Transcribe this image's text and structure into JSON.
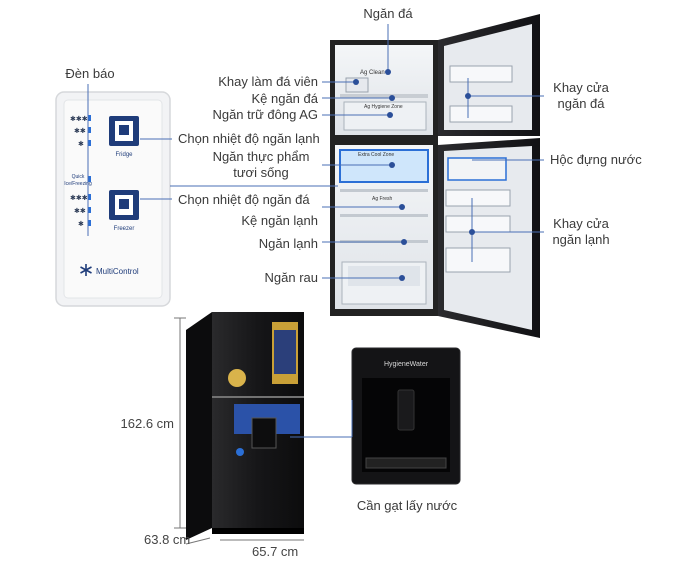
{
  "labels": {
    "ngan_da": "Ngăn đá",
    "den_bao": "Đèn báo",
    "khay_lam_da": "Khay làm đá viên",
    "ke_ngan_da": "Kệ ngăn đá",
    "ngan_tru_dong": "Ngăn trữ đông AG",
    "chon_nhiet_do_lanh": "Chọn nhiệt độ ngăn lạnh",
    "ngan_thuc_pham_1": "Ngăn thực phẩm",
    "ngan_thuc_pham_2": "tươi sống",
    "chon_nhiet_do_da": "Chọn nhiệt độ ngăn đá",
    "ke_ngan_lanh": "Kệ ngăn lạnh",
    "ngan_lanh": "Ngăn lạnh",
    "ngan_rau": "Ngăn rau",
    "khay_cua_da_1": "Khay cửa",
    "khay_cua_da_2": "ngăn đá",
    "hoc_dung_nuoc": "Hộc đựng nước",
    "khay_cua_lanh_1": "Khay cửa",
    "khay_cua_lanh_2": "ngăn lạnh",
    "can_gat": "Cần gạt lấy nước"
  },
  "panel": {
    "fridge": "Fridge",
    "quick": "Quick",
    "icefreezing": "Ice/Freezing",
    "freezer": "Freezer",
    "brand": "MultiControl"
  },
  "fridge_marks": {
    "ag_clean": "Ag Clean",
    "ag_hygiene": "Ag Hygiene Zone",
    "extra_cool": "Extra Cool Zone",
    "ag_fresh": "Ag Fresh"
  },
  "dispenser": {
    "title": "HygieneWater"
  },
  "dimensions": {
    "height": "162.6 cm",
    "depth": "63.8 cm",
    "width": "65.7 cm"
  },
  "colors": {
    "accent": "#2b6fd6",
    "fridge_body": "#1d1d1f",
    "leader": "#4a6fb5"
  }
}
